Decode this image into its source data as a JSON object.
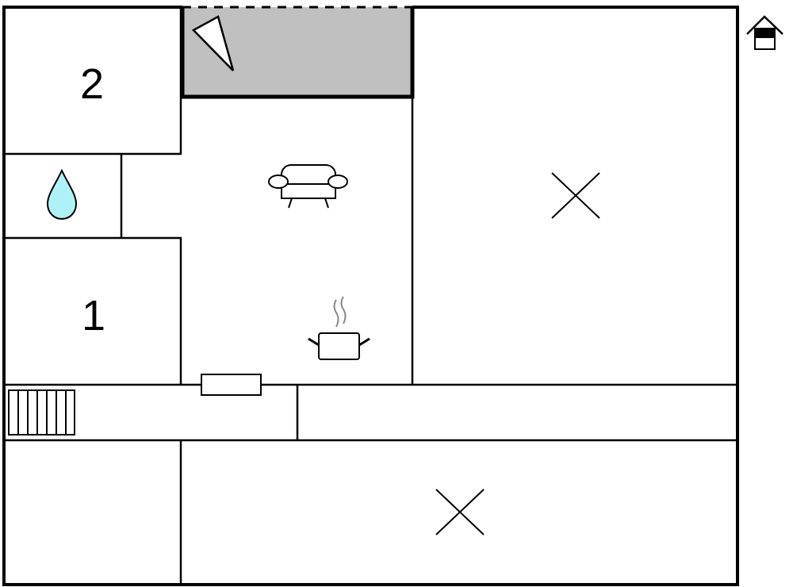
{
  "floorplan": {
    "rooms": [
      {
        "id": "bedroom-2",
        "label": "2"
      },
      {
        "id": "bedroom-1",
        "label": "1"
      }
    ],
    "icons": [
      "house-icon",
      "terrace-icon",
      "sofa-icon",
      "cooking-pot-icon",
      "bathroom-drop-icon",
      "stairs-icon",
      "unlabeled-room-x-icon"
    ],
    "colors": {
      "terrace": "#c0c0c0",
      "water": "#aef2f7",
      "wall": "#000000"
    }
  }
}
